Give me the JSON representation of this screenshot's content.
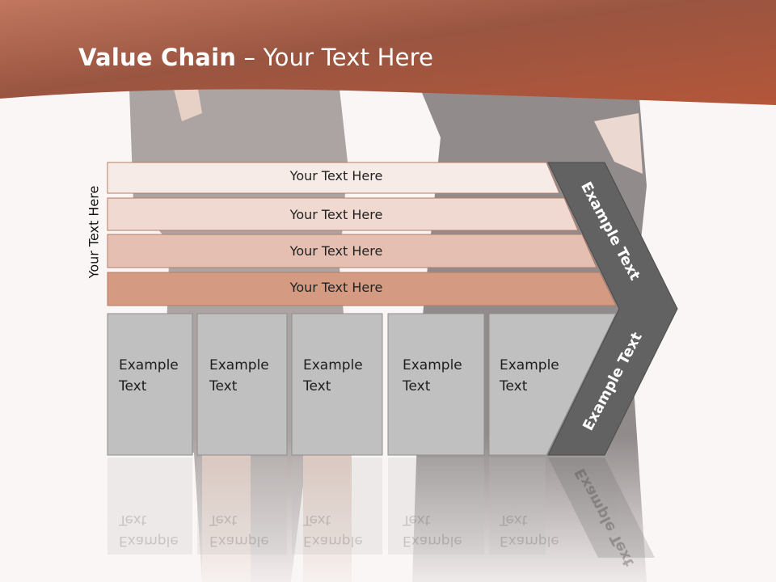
{
  "slide": {
    "title_bold": "Value Chain",
    "title_rest": " – Your Text Here",
    "side_label": "Your Text Here",
    "rows": [
      {
        "label": "Your Text Here"
      },
      {
        "label": "Your Text Here"
      },
      {
        "label": "Your Text Here"
      },
      {
        "label": "Your Text Here"
      }
    ],
    "columns": [
      {
        "line1": "Example",
        "line2": "Text"
      },
      {
        "line1": "Example",
        "line2": "Text"
      },
      {
        "line1": "Example",
        "line2": "Text"
      },
      {
        "line1": "Example",
        "line2": "Text"
      },
      {
        "line1": "Example",
        "line2": "Text"
      }
    ],
    "chevron_top_label": "Example Text",
    "chevron_bottom_label": "Example Text"
  },
  "colors": {
    "header_dark": "#8a4a32",
    "header_light": "#c8735a",
    "row_1": "#f6ebe7",
    "row_2": "#efd9d0",
    "row_3": "#e5c0b2",
    "row_4": "#d49a82",
    "column_fill": "#c0c0c0",
    "chevron_fill": "#626262"
  }
}
